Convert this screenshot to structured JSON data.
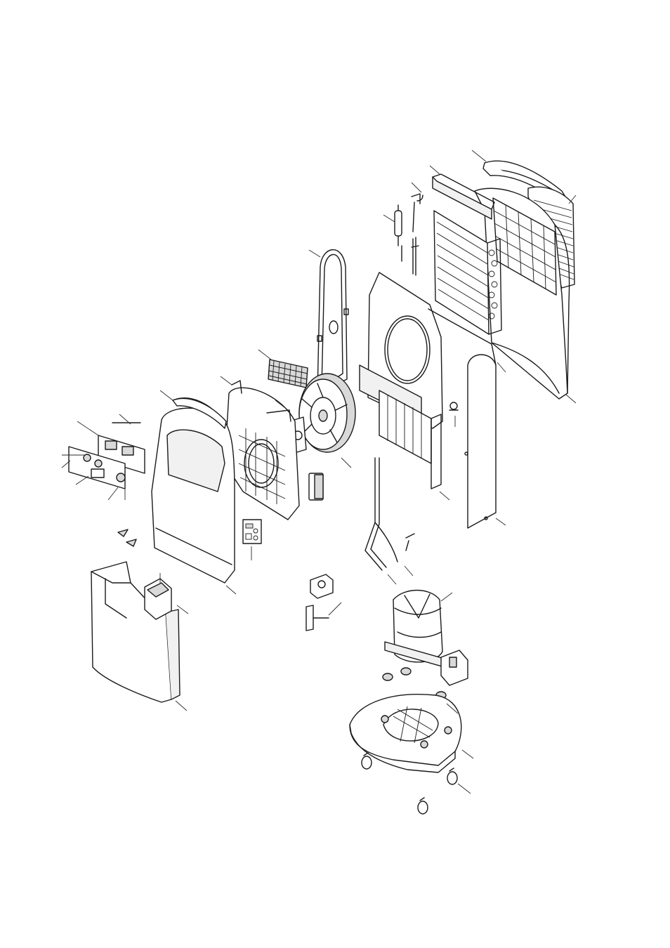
{
  "diagram": {
    "line_color": "#1a1a1a",
    "background": "#ffffff",
    "parts": [
      "top-handle-panel",
      "air-filter",
      "rear-grille",
      "top-bracket",
      "refrigerant-pipe",
      "capillary-tube",
      "evaporator-coil",
      "fan-belt",
      "mesh-filter",
      "fan-shroud",
      "blower-wheel",
      "fan-motor",
      "condenser-housing",
      "side-cover",
      "rear-cover",
      "front-panel",
      "control-pcb",
      "control-knobs",
      "display-board",
      "water-tank",
      "float-switch",
      "drain-pipe",
      "compressor",
      "relay-box",
      "base-tray",
      "caster-wheels"
    ]
  }
}
